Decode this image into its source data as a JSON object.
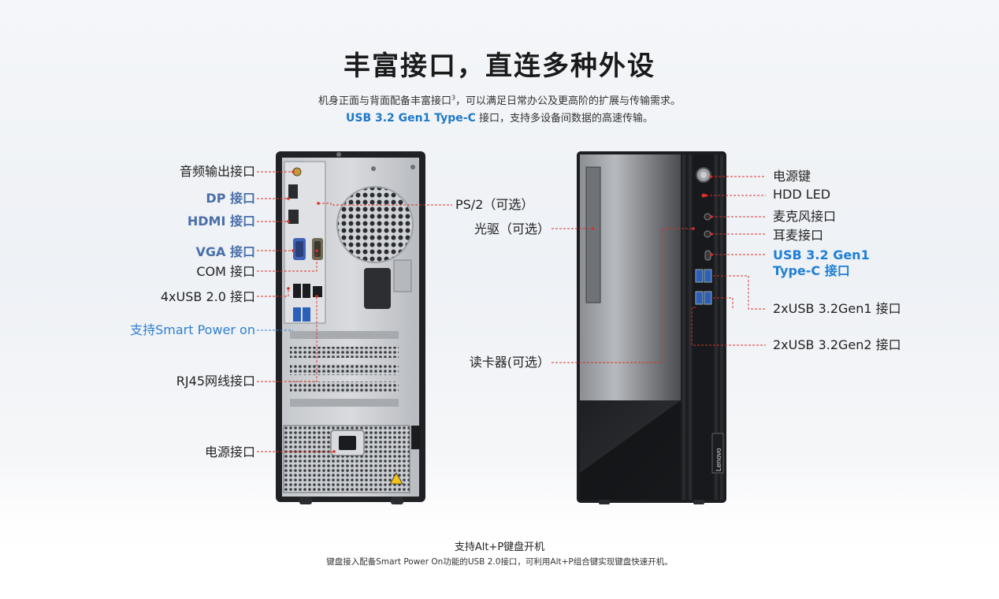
{
  "title": "丰富接口，直连多种外设",
  "subtitle": {
    "line1": "机身正面与背面配备丰富接口",
    "line1_sup": "3",
    "line1_end": "，可以满足日常办公及更高阶的扩展与传输需求。",
    "line2_highlight": "USB 3.2 Gen1 Type-C",
    "line2_rest": " 接口，支持多设备间数据的高速传输。"
  },
  "rear_labels": {
    "audio_out": "音频输出接口",
    "dp": "DP 接口",
    "hdmi": "HDMI 接口",
    "vga": "VGA 接口",
    "com": "COM 接口",
    "usb20": "4xUSB 2.0 接口",
    "smart_power": "支持Smart Power on",
    "rj45": "RJ45网线接口",
    "power_port": "电源接口",
    "ps2": "PS/2（可选）"
  },
  "front_labels": {
    "optical": "光驱（可选）",
    "card_reader": "读卡器(可选）",
    "power_button": "电源键",
    "hdd_led": "HDD LED",
    "mic": "麦克风接口",
    "headset": "耳麦接口",
    "type_c_line1": "USB 3.2 Gen1",
    "type_c_line2": "Type-C 接口",
    "usb_gen1": "2xUSB 3.2Gen1 接口",
    "usb_gen2": "2xUSB 3.2Gen2 接口"
  },
  "brand": "Lenovo",
  "footer": {
    "line1": "支持Alt+P键盘开机",
    "line2": "键盘接入配备Smart Power On功能的USB 2.0接口，可利用Alt+P组合键实现键盘快速开机。"
  },
  "colors": {
    "leader": "#d9312b",
    "blue_label": "#4a6fa8",
    "highlight": "#1e78c8",
    "case_black": "#1c1d20"
  }
}
